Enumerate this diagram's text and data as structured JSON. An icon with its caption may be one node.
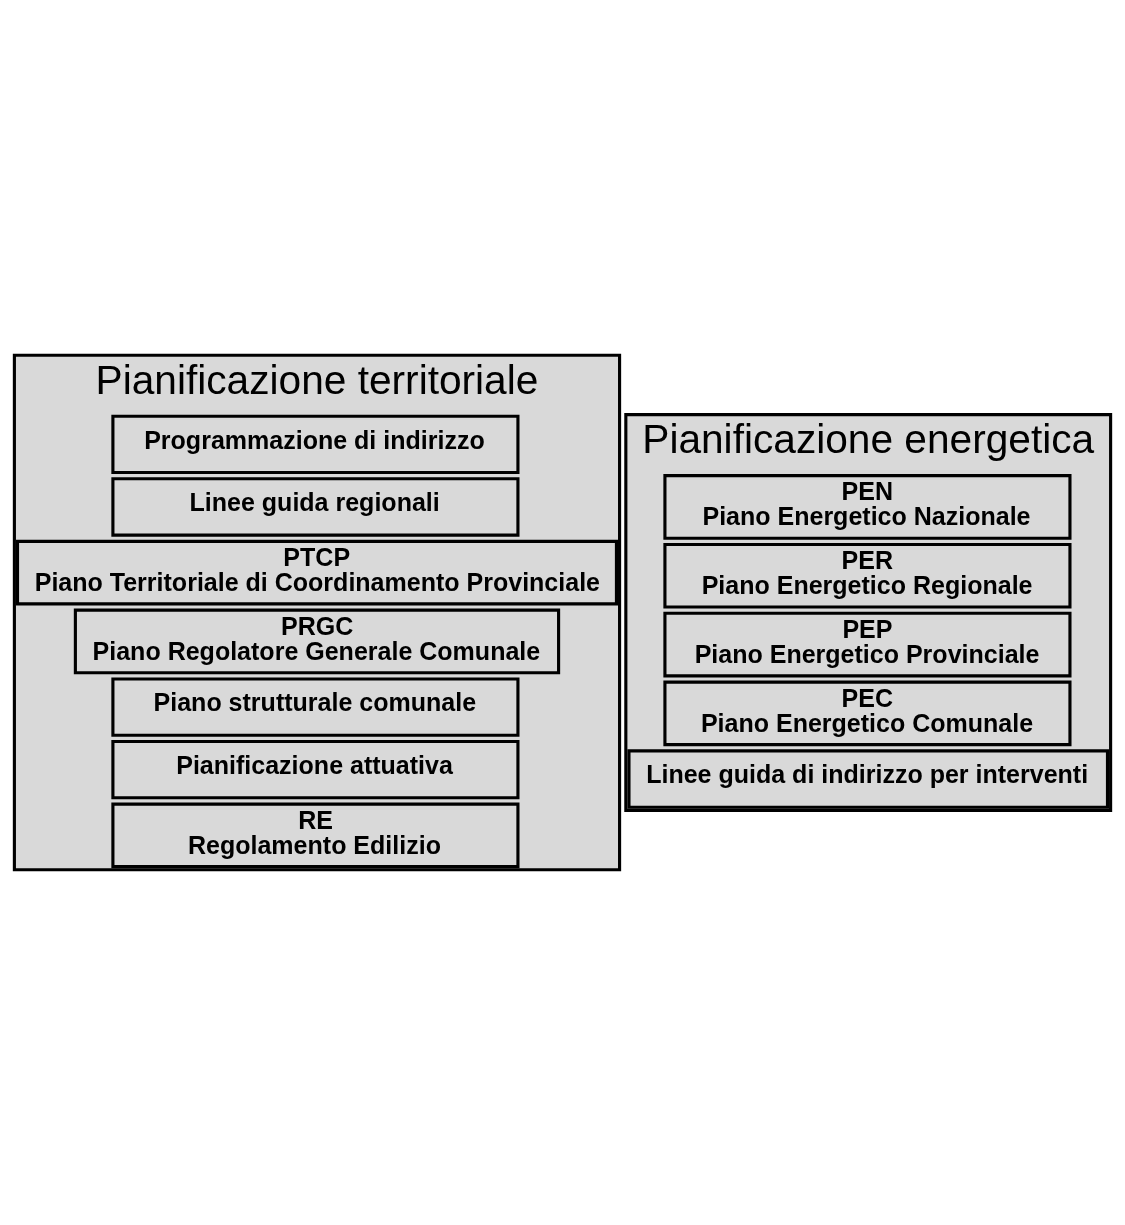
{
  "diagram": {
    "nodes": [
      {
        "text": [
          "Pianificazione territoriale"
        ]
      },
      {
        "text": [
          "Programmazione di indirizzo"
        ],
        "in": 0
      },
      {
        "text": [
          "Linee guida regionali"
        ],
        "in": 0
      },
      {
        "text": [
          "PTCP",
          "Piano Territoriale di Coordinamento Provinciale"
        ],
        "in": 0
      },
      {
        "text": [
          "PRGC",
          "Piano Regolatore Generale Comunale"
        ],
        "in": 0
      },
      {
        "text": [
          "Piano strutturale comunale"
        ],
        "in": 0
      },
      {
        "text": [
          "Pianificazione attuativa"
        ],
        "in": 0
      },
      {
        "text": [
          "RE",
          "Regolamento Edilizio"
        ],
        "in": 0
      },
      {
        "text": [
          "Pianificazione energetica"
        ]
      },
      {
        "text": [
          "PEN",
          "Piano Energetico Nazionale"
        ],
        "in": 8
      },
      {
        "text": [
          "PER",
          "Piano Energetico Regionale"
        ],
        "in": 8
      },
      {
        "text": [
          "PEP",
          "Piano Energetico Provinciale"
        ],
        "in": 8
      },
      {
        "text": [
          "PEC",
          "Piano Energetico Comunale"
        ],
        "in": 8
      },
      {
        "text": [
          "Linee guida di indirizzo per interventi"
        ],
        "in": 8
      }
    ],
    "edges": []
  }
}
